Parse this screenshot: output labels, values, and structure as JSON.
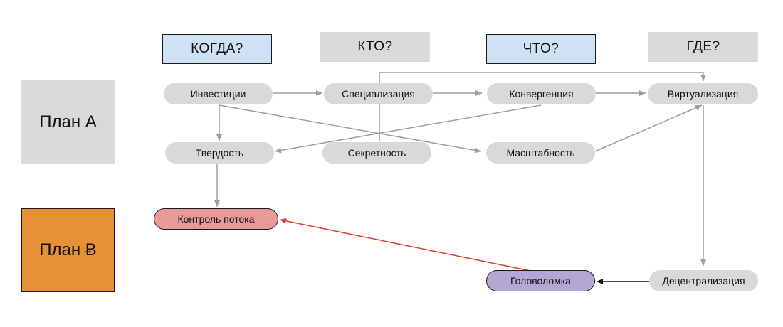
{
  "headers": {
    "when": "КОГДА?",
    "who": "КТО?",
    "what": "ЧТО?",
    "where": "ГДЕ?"
  },
  "plans": {
    "a": "План А",
    "b": "План Ƀ"
  },
  "nodes": {
    "investments": "Инвестиции",
    "specialization": "Специализация",
    "convergence": "Конвергенция",
    "virtualization": "Виртуализация",
    "hardness": "Твердость",
    "secrecy": "Секретность",
    "scalability": "Масштабность",
    "flow_control": "Контроль потока",
    "puzzle": "Головоломка",
    "decentralization": "Децентрализация"
  },
  "colors": {
    "header_blue": "#cfe2f3",
    "gray": "#d9d9d9",
    "plan_b_orange": "#e69138",
    "flow_control_red": "#ea9999",
    "puzzle_purple": "#b4a7d6",
    "edge_gray": "#9e9e9e",
    "edge_red": "#e0392b",
    "edge_black": "#111111"
  }
}
